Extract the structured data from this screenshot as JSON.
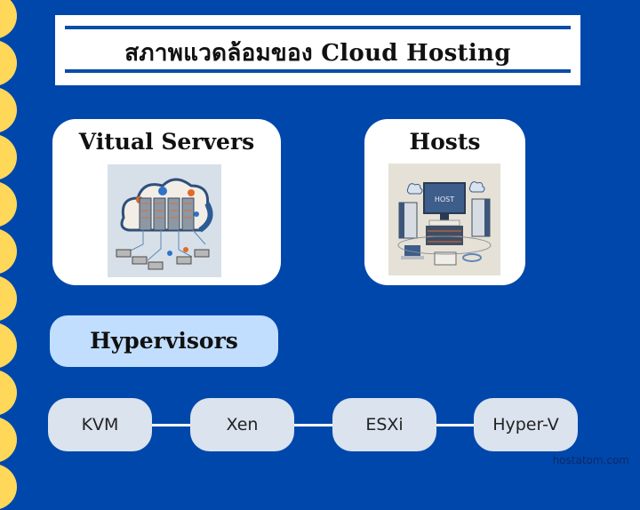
{
  "title": "สภาพแวดล้อมของ Cloud Hosting",
  "cards": [
    {
      "title": "Vitual Servers",
      "image": "cloud-servers-illustration"
    },
    {
      "title": "Hosts",
      "image": "host-servers-illustration"
    }
  ],
  "hypervisors": {
    "label": "Hypervisors",
    "items": [
      "KVM",
      "Xen",
      "ESXi",
      "Hyper-V"
    ]
  },
  "footer": "hostatom.com",
  "colors": {
    "background": "#0047AB",
    "scallop": "#FFD85A",
    "hypervisor_box": "#C2DEFF",
    "pill": "#DAE3EE"
  }
}
